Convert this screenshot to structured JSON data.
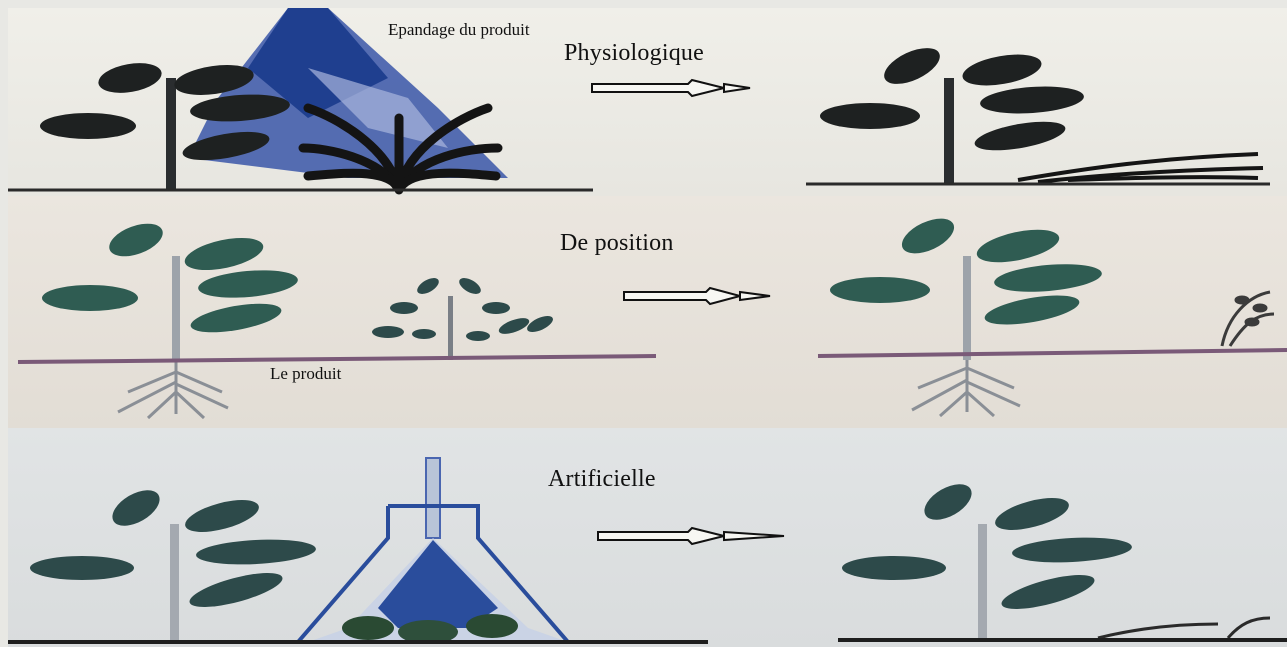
{
  "panels": [
    {
      "title": "Physiologique",
      "label": "Epandage du produit"
    },
    {
      "title": "De position",
      "label": "Le produit"
    },
    {
      "title": "Artificielle",
      "label": ""
    }
  ],
  "colors": {
    "dark_plant": "#1e2121",
    "green_plant": "#2f5c52",
    "teal_plant": "#2d4a4a",
    "spray_blue": "#2a4d9c",
    "soil_purple": "#7a5a78",
    "stem": "#8a8f96"
  },
  "icons": [
    "plant-icon",
    "arrow-icon",
    "spray-cone-icon",
    "dome-sprayer-icon",
    "wilted-weed-icon"
  ]
}
